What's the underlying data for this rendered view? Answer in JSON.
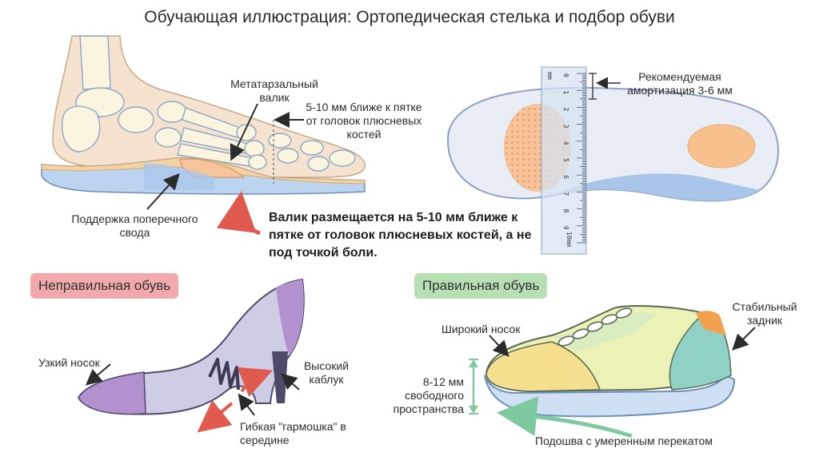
{
  "title": "Обучающая иллюстрация: Ортопедическая стелька и подбор обуви",
  "foot": {
    "pad_label": "Метатарзальный валик",
    "distance_label": "5-10 мм ближе к пятке от головок плюсневых костей",
    "arch_label": "Поддержка поперечного свода",
    "note": "Валик размещается на 5-10 мм ближе к пятке от головок плюсневых костей, а не под точкой боли."
  },
  "insole": {
    "cushion_label": "Рекомендуемая амортизация 3-6 мм",
    "ruler_unit": "mm",
    "ruler_end": "10mm",
    "ruler_ticks": [
      "0",
      "1",
      "2",
      "3",
      "4",
      "5",
      "6",
      "7",
      "8",
      "9"
    ]
  },
  "bad_shoe": {
    "badge": "Неправильная обувь",
    "narrow_toe": "Узкий носок",
    "high_heel": "Высокий каблук",
    "flex_middle": "Гибкая \"гармошка\" в середине"
  },
  "good_shoe": {
    "badge": "Правильная обувь",
    "wide_toe": "Широкий носок",
    "stable_heel": "Стабильный задник",
    "space": "8-12 мм свободного пространства",
    "sole": "Подошва с умеренным перекатом"
  },
  "colors": {
    "bad": "#f2a9ab",
    "good": "#b8dfb4",
    "arrow_red": "#e05a4f",
    "arrow_green": "#7fc9a0"
  }
}
